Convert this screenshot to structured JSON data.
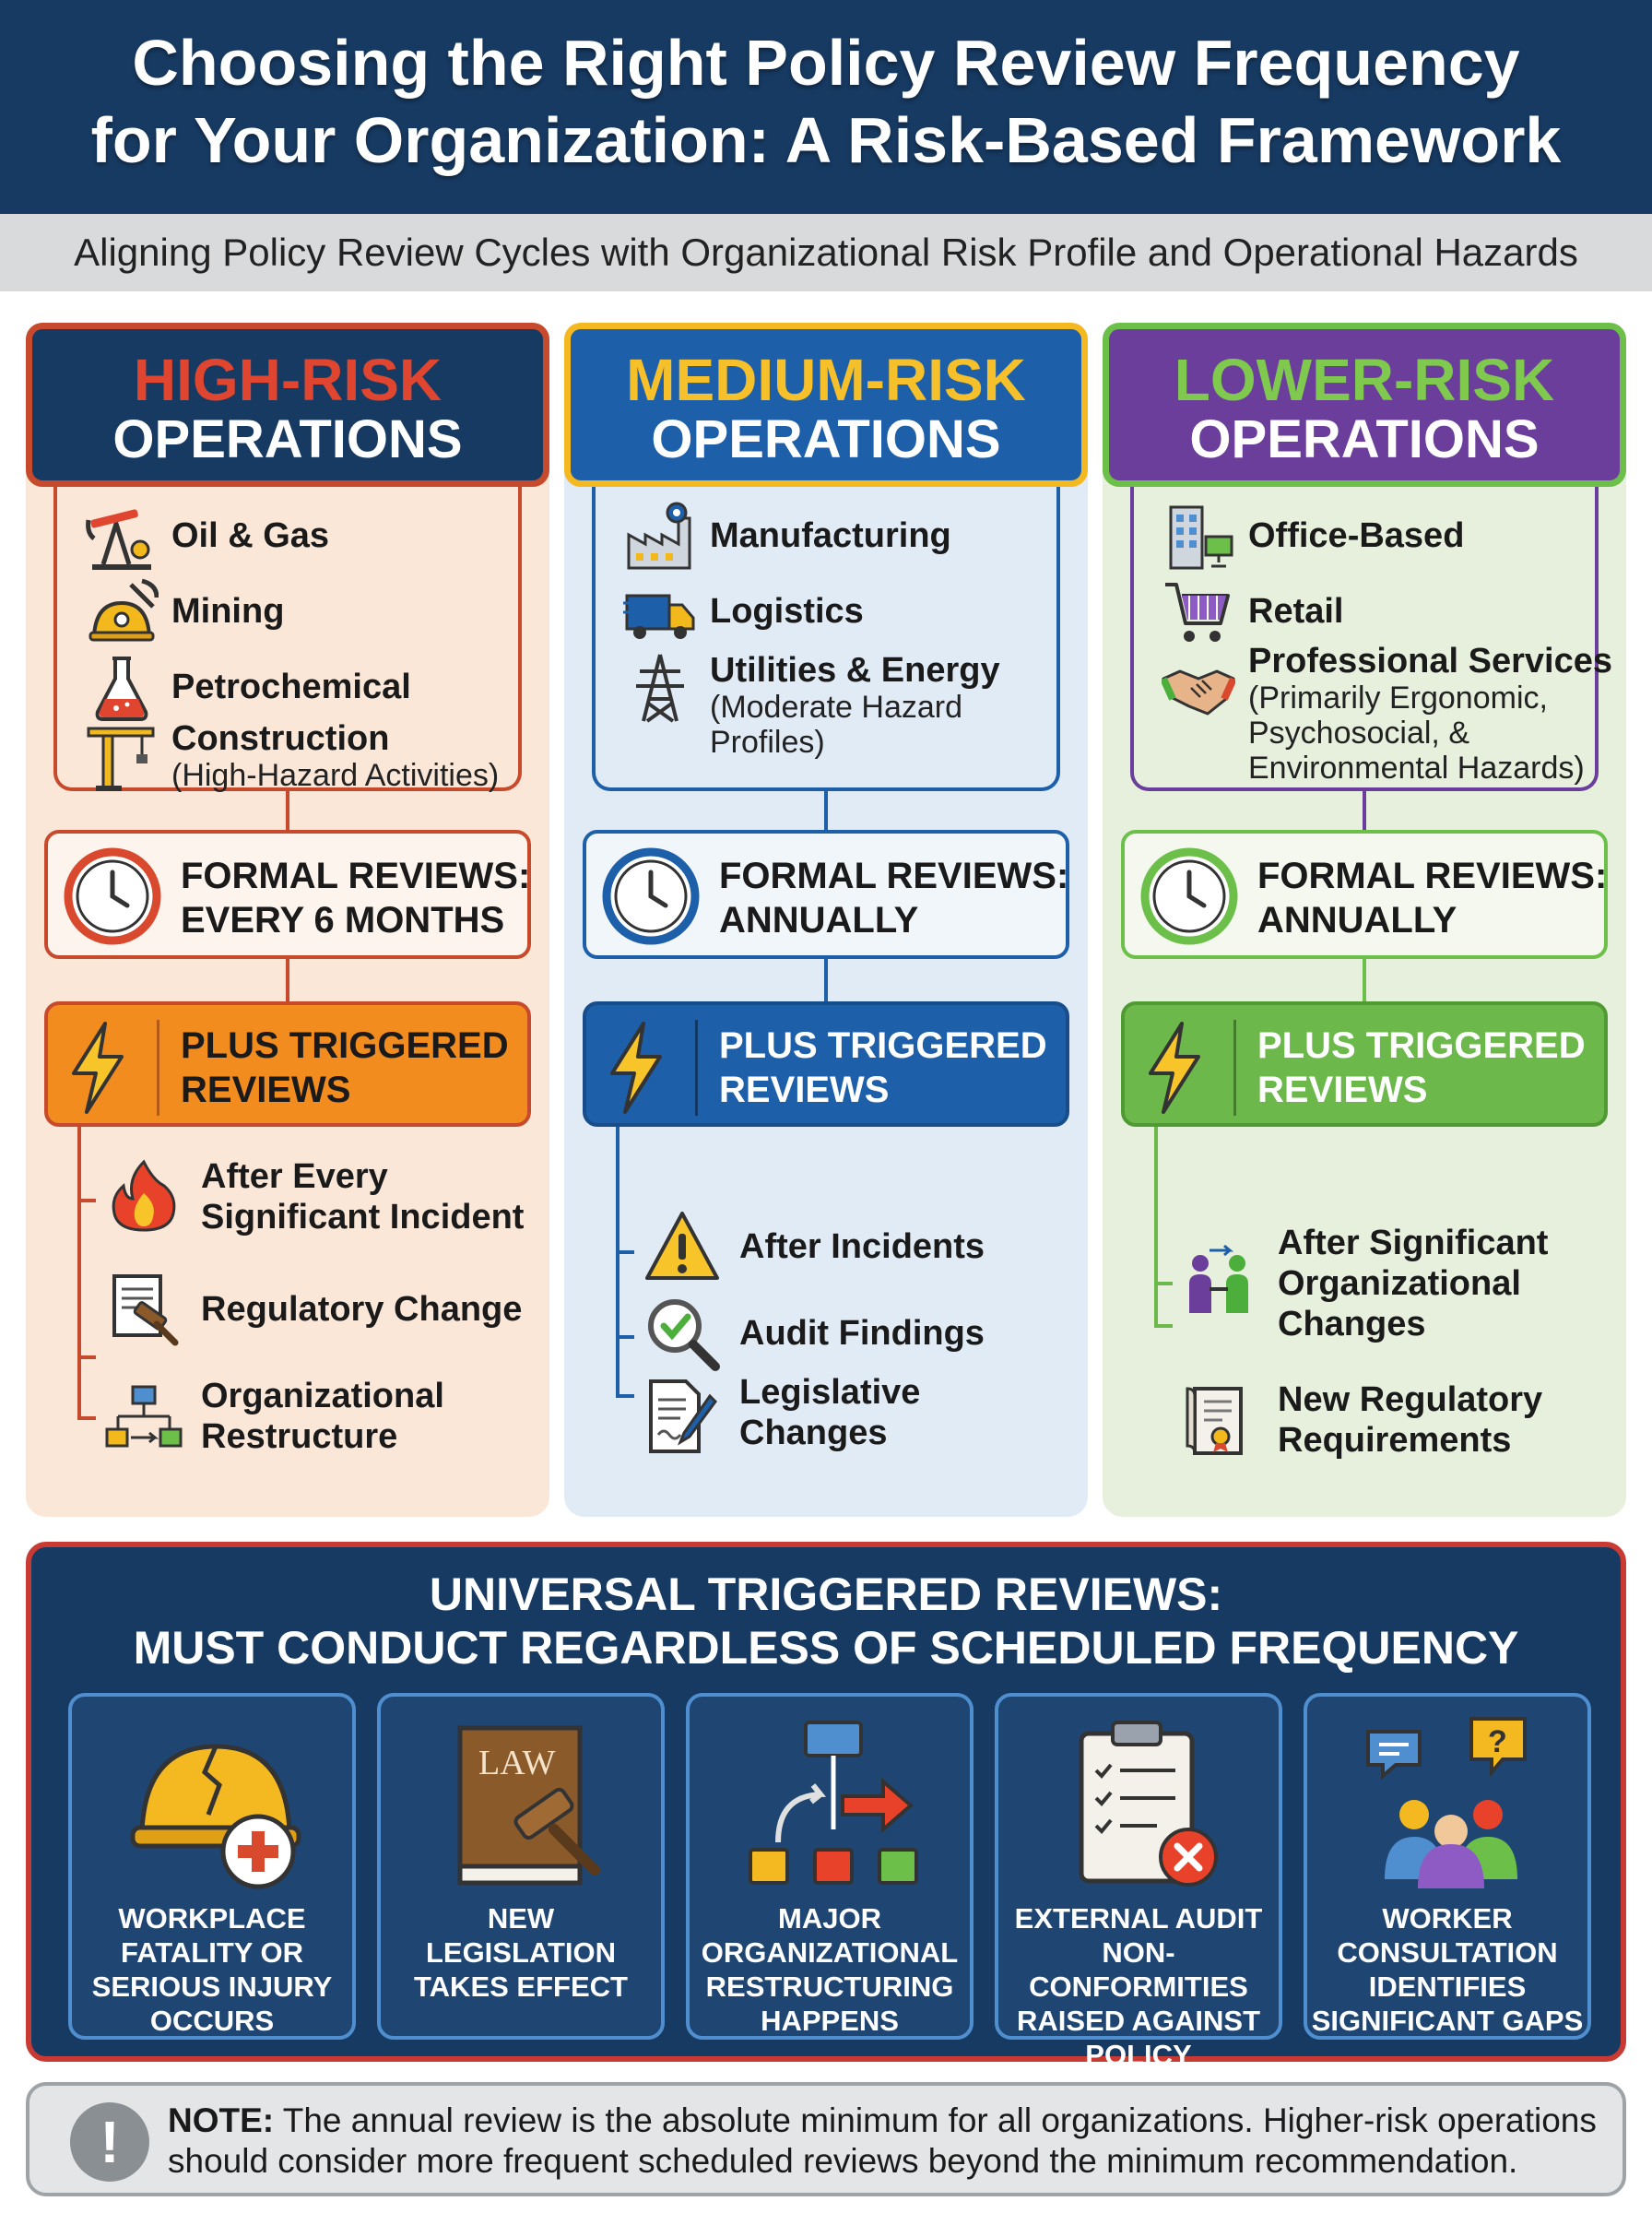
{
  "header": {
    "title_line1": "Choosing the Right Policy Review Frequency",
    "title_line2": "for Your Organization: A Risk-Based Framework",
    "subtitle": "Aligning Policy Review Cycles with Organizational Risk Profile and Operational Hazards"
  },
  "colors": {
    "navy": "#173a62",
    "high": "#d9492e",
    "medium": "#f2b81c",
    "lower": "#6cc04a",
    "high_border": "#c84a2c",
    "medium_border": "#f4b821",
    "lower_border": "#6a3e9a"
  },
  "columns": {
    "high": {
      "risk": "HIGH-RISK",
      "ops": "OPERATIONS",
      "industries": [
        {
          "icon": "oil-pump-icon",
          "label": "Oil & Gas",
          "sub": ""
        },
        {
          "icon": "mining-icon",
          "label": "Mining",
          "sub": ""
        },
        {
          "icon": "flask-icon",
          "label": "Petrochemical",
          "sub": ""
        },
        {
          "icon": "crane-icon",
          "label": "Construction",
          "sub": "(High-Hazard Activities)"
        }
      ],
      "formal_line1": "FORMAL REVIEWS:",
      "formal_line2": "EVERY 6 MONTHS",
      "trig_line1": "PLUS TRIGGERED",
      "trig_line2": "REVIEWS",
      "triggers": [
        {
          "icon": "fire-icon",
          "line1": "After Every",
          "line2": "Significant Incident"
        },
        {
          "icon": "gavel-document-icon",
          "line1": "Regulatory Change",
          "line2": ""
        },
        {
          "icon": "org-chart-icon",
          "line1": "Organizational",
          "line2": "Restructure"
        }
      ]
    },
    "medium": {
      "risk": "MEDIUM-RISK",
      "ops": "OPERATIONS",
      "industries": [
        {
          "icon": "factory-icon",
          "label": "Manufacturing",
          "sub": ""
        },
        {
          "icon": "truck-icon",
          "label": "Logistics",
          "sub": ""
        },
        {
          "icon": "power-tower-icon",
          "label": "Utilities & Energy",
          "sub": "(Moderate Hazard",
          "sub2": "Profiles)"
        }
      ],
      "formal_line1": "FORMAL REVIEWS:",
      "formal_line2": "ANNUALLY",
      "trig_line1": "PLUS TRIGGERED",
      "trig_line2": "REVIEWS",
      "triggers": [
        {
          "icon": "warning-icon",
          "line1": "After Incidents",
          "line2": ""
        },
        {
          "icon": "magnifier-check-icon",
          "line1": "Audit Findings",
          "line2": ""
        },
        {
          "icon": "document-pen-icon",
          "line1": "Legislative",
          "line2": "Changes"
        }
      ]
    },
    "lower": {
      "risk": "LOWER-RISK",
      "ops": "OPERATIONS",
      "industries": [
        {
          "icon": "office-building-icon",
          "label": "Office-Based",
          "sub": ""
        },
        {
          "icon": "shopping-cart-icon",
          "label": "Retail",
          "sub": ""
        },
        {
          "icon": "handshake-icon",
          "label": "Professional Services",
          "sub": "(Primarily Ergonomic,",
          "sub2": "Psychosocial, &",
          "sub3": "Environmental Hazards)"
        }
      ],
      "formal_line1": "FORMAL REVIEWS:",
      "formal_line2": "ANNUALLY",
      "trig_line1": "PLUS TRIGGERED",
      "trig_line2": "REVIEWS",
      "triggers": [
        {
          "icon": "people-change-icon",
          "line1": "After Significant",
          "line2": "Organizational",
          "line3": "Changes"
        },
        {
          "icon": "certificate-icon",
          "line1": "New Regulatory",
          "line2": "Requirements"
        }
      ]
    }
  },
  "universal": {
    "title_line1": "UNIVERSAL TRIGGERED REVIEWS:",
    "title_line2": "MUST CONDUCT REGARDLESS OF SCHEDULED FREQUENCY",
    "cards": [
      {
        "icon": "broken-helmet-icon",
        "lines": [
          "WORKPLACE",
          "FATALITY OR",
          "SERIOUS INJURY",
          "OCCURS"
        ]
      },
      {
        "icon": "law-book-icon",
        "label_icon_text": "LAW",
        "lines": [
          "NEW",
          "LEGISLATION",
          "TAKES EFFECT",
          ""
        ]
      },
      {
        "icon": "restructure-icon",
        "lines": [
          "MAJOR",
          "ORGANIZATIONAL",
          "RESTRUCTURING",
          "HAPPENS"
        ]
      },
      {
        "icon": "clipboard-x-icon",
        "lines": [
          "EXTERNAL AUDIT",
          "NON-CONFORMITIES",
          "RAISED AGAINST",
          "POLICY"
        ]
      },
      {
        "icon": "worker-consultation-icon",
        "lines": [
          "WORKER",
          "CONSULTATION",
          "IDENTIFIES",
          "SIGNIFICANT GAPS"
        ]
      }
    ]
  },
  "note": {
    "label": "NOTE:",
    "text": " The annual review is the absolute minimum for all organizations. Higher-risk operations should consider more frequent scheduled reviews beyond the minimum recommendation."
  }
}
